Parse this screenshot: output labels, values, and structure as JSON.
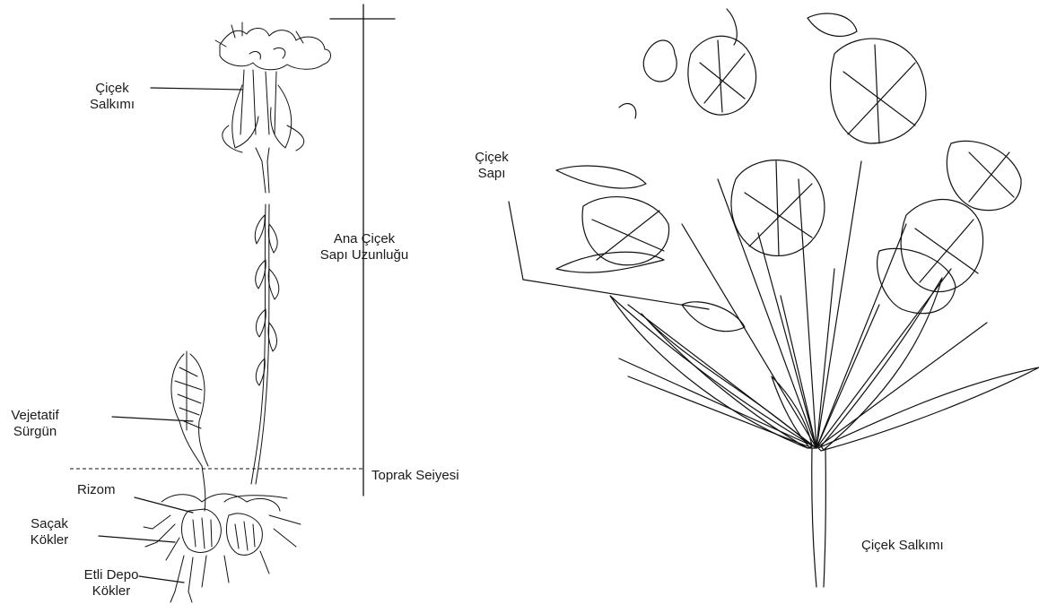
{
  "colors": {
    "ink": "#111111",
    "background": "#ffffff"
  },
  "left_figure": {
    "inflorescence_label": [
      "Çiçek",
      "Salkımı"
    ],
    "stem_length_label": [
      "Ana Çiçek",
      "Sapı Uzunluğu"
    ],
    "vegetative_shoot_label": [
      "Vejetatif",
      "Sürgün"
    ],
    "soil_level_label": "Toprak Seiyesi",
    "rhizome_label": "Rizom",
    "fibrous_roots_label": [
      "Saçak",
      "Kökler"
    ],
    "storage_roots_label": [
      "Etli Depo",
      "Kökler"
    ]
  },
  "right_figure": {
    "pedicel_label": [
      "Çiçek",
      "Sapı"
    ],
    "caption": "Çiçek Salkımı"
  }
}
